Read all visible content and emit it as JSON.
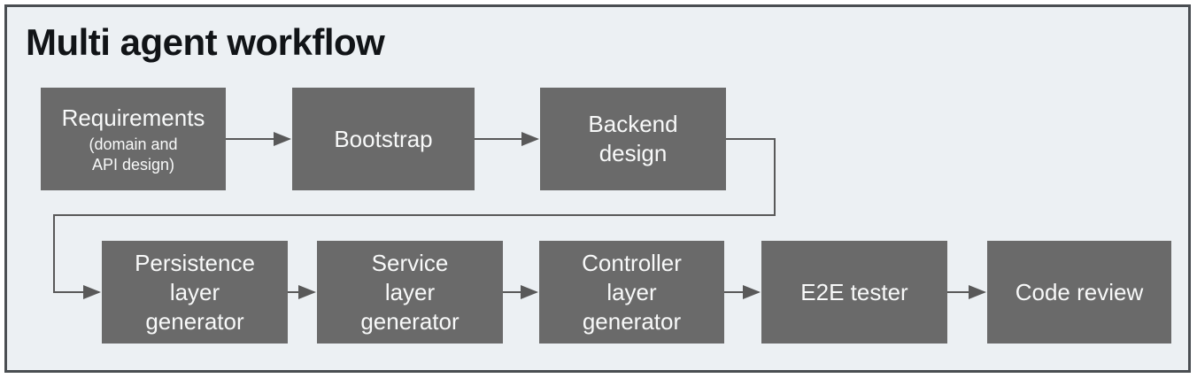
{
  "title": "Multi agent workflow",
  "colors": {
    "page_bg": "#ffffff",
    "canvas_bg": "#ecf0f3",
    "frame_border": "#4a4e52",
    "node_fill": "#6a6a6a",
    "node_text": "#f8f9f9",
    "connector": "#595959",
    "title_text": "#111417"
  },
  "nodes": [
    {
      "id": "requirements",
      "label": "Requirements",
      "sublabel": "(domain and\nAPI design)"
    },
    {
      "id": "bootstrap",
      "label": "Bootstrap"
    },
    {
      "id": "backend-design",
      "label": "Backend\ndesign"
    },
    {
      "id": "persistence-layer-generator",
      "label": "Persistence\nlayer\ngenerator"
    },
    {
      "id": "service-layer-generator",
      "label": "Service\nlayer\ngenerator"
    },
    {
      "id": "controller-layer-generator",
      "label": "Controller\nlayer\ngenerator"
    },
    {
      "id": "e2e-tester",
      "label": "E2E tester"
    },
    {
      "id": "code-review",
      "label": "Code review"
    }
  ],
  "edges": [
    {
      "from": "requirements",
      "to": "bootstrap"
    },
    {
      "from": "bootstrap",
      "to": "backend-design"
    },
    {
      "from": "backend-design",
      "to": "persistence-layer-generator"
    },
    {
      "from": "persistence-layer-generator",
      "to": "service-layer-generator"
    },
    {
      "from": "service-layer-generator",
      "to": "controller-layer-generator"
    },
    {
      "from": "controller-layer-generator",
      "to": "e2e-tester"
    },
    {
      "from": "e2e-tester",
      "to": "code-review"
    }
  ]
}
